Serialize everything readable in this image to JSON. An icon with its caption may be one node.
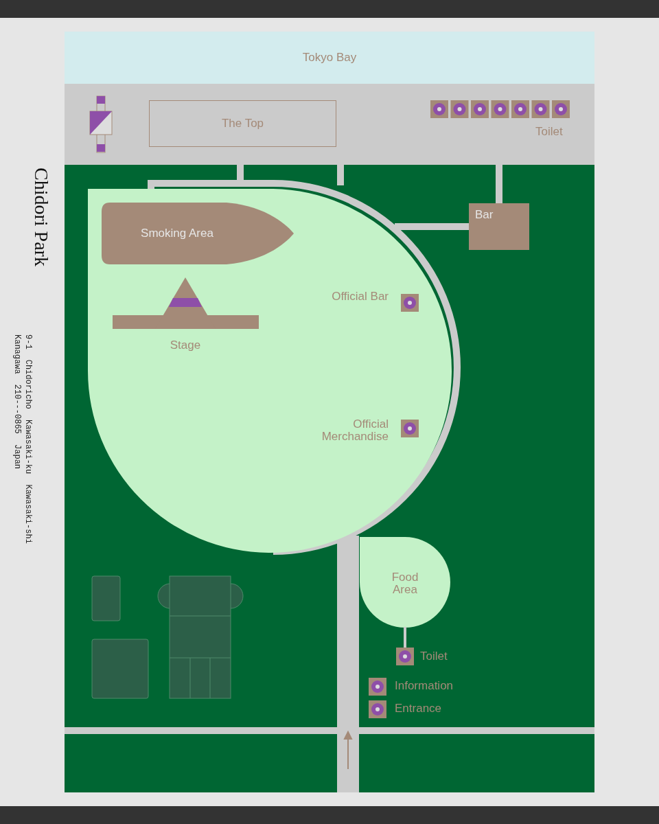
{
  "diagram": {
    "title": "Chidori Park",
    "nodes": [
      {
        "text": [
          "Tokyo Bay"
        ]
      },
      {
        "text": [
          "The Top"
        ]
      },
      {
        "text": [
          "Toilet"
        ]
      },
      {
        "text": [
          "Bar"
        ]
      },
      {
        "text": [
          "Smoking Area"
        ]
      },
      {
        "text": [
          "Stage"
        ]
      },
      {
        "text": [
          "Official Bar"
        ]
      },
      {
        "text": [
          "Official Merchandise"
        ]
      },
      {
        "text": [
          "Food Area"
        ]
      },
      {
        "text": [
          "Toilet"
        ]
      },
      {
        "text": [
          "Information"
        ]
      },
      {
        "text": [
          "Entrance"
        ]
      }
    ],
    "edges": [
      {
        "from": 8,
        "to": 9,
        "arrow": "none"
      }
    ],
    "labels": [
      "9-1 Chidoricho Kawasaki-ku Kawasaki-shi",
      "Kanagawa 210---0865 Japan"
    ]
  }
}
